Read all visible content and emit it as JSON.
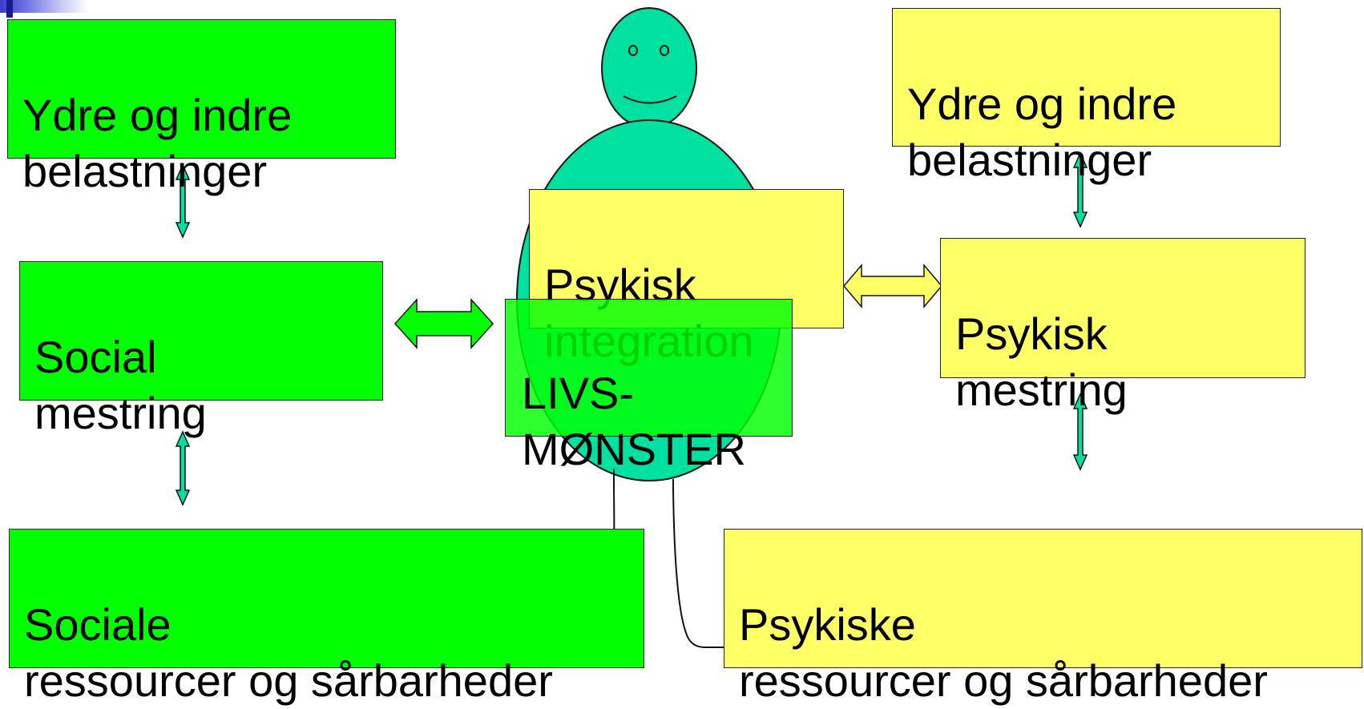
{
  "colors": {
    "social": "#00ff00",
    "psychic": "#ffff66",
    "figure": "#00e0a0",
    "arrow_teal": "#00e0a0"
  },
  "figure": {
    "icon": "person-figure-icon"
  },
  "boxes": {
    "social_burden": "Ydre og indre\nbelastninger",
    "social_coping": "Social\nmestring",
    "social_resources": "Sociale\nressourcer og sårbarheder",
    "psychic_burden": "Ydre og indre\nbelastninger",
    "psychic_coping": "Psykisk\nmestring",
    "psychic_resources": "Psykiske\nressourcer og sårbarheder",
    "psychic_integration": "Psykisk\nintegration",
    "life_pattern": "LIVS-\nMØNSTER"
  }
}
